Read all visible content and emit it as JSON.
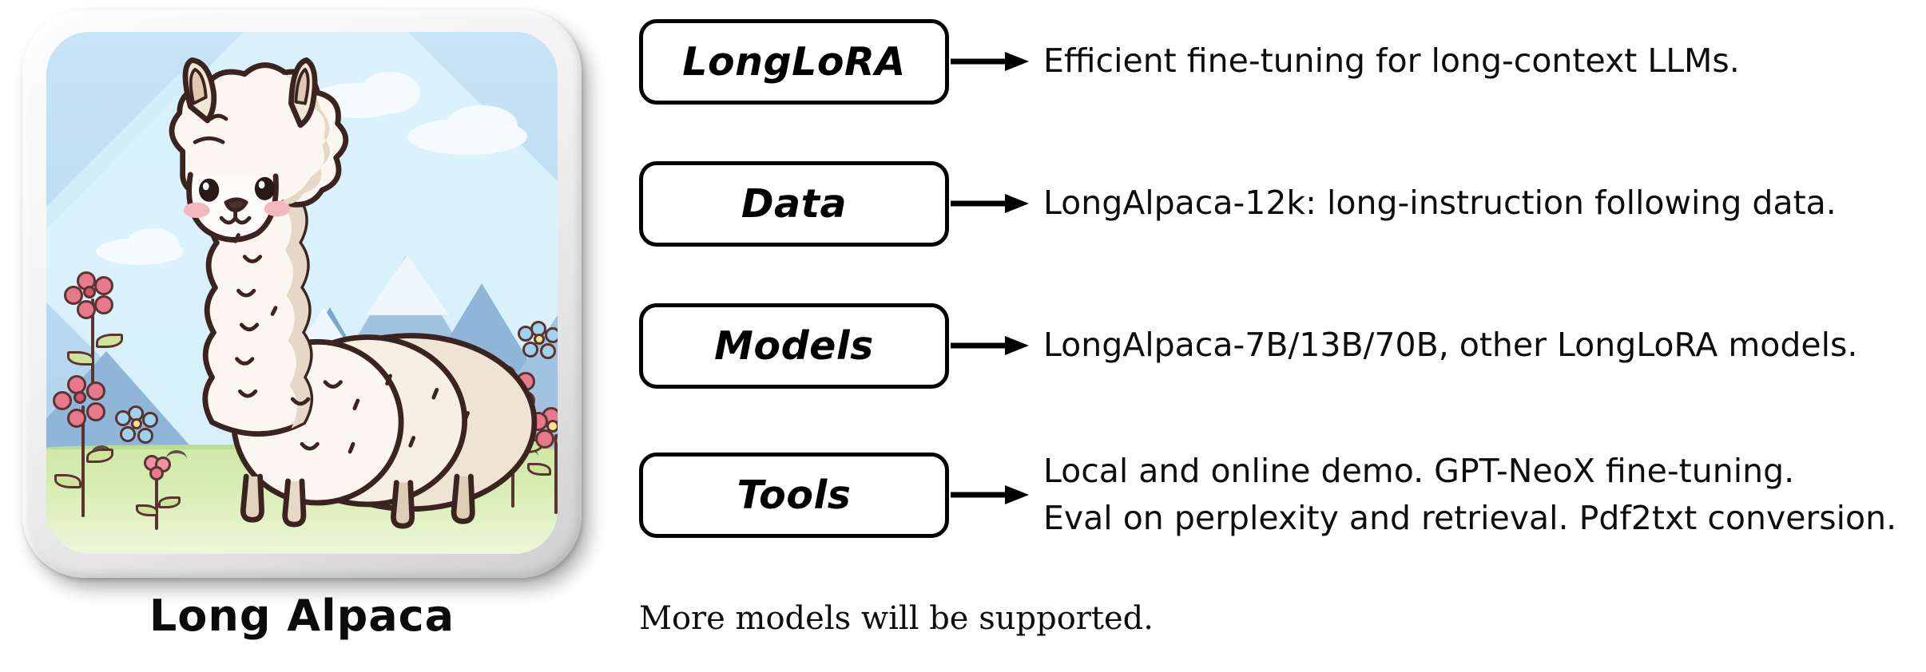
{
  "figure": {
    "caption": "Long Alpaca",
    "illustration": {
      "alt_name": "cartoon-long-necked-alpaca-in-mountain-meadow",
      "subject": "alpaca",
      "scene_elements": [
        "sky",
        "clouds",
        "snow-capped mountains",
        "grass",
        "flowers"
      ],
      "colors": {
        "sky": "#bcdcf2",
        "beam": "#def5fd",
        "mountain_back": "#9fc3e0",
        "mountain_mid": "#7da6cb",
        "mountain_front": "#8fb6d8",
        "snow": "#eef7fd",
        "grass": "#cfe8a8",
        "alpaca_body": "#fbf7f0",
        "alpaca_shadow": "#e2d4c3",
        "outline": "#3b2420",
        "flower_pink": "#e8798c",
        "flower_blue": "#8ec8e8",
        "leaf": "#cfe39a",
        "frame": "#f0f0f0",
        "cheek": "#f3b8bd"
      }
    }
  },
  "flow": {
    "arrow_color": "#000000",
    "box_border_color": "#000000",
    "rows": [
      {
        "id": "longlora",
        "label": "LongLoRA",
        "description_lines": [
          "Efficient fine-tuning for long-context LLMs."
        ]
      },
      {
        "id": "data",
        "label": "Data",
        "description_lines": [
          "LongAlpaca-12k: long-instruction following data."
        ]
      },
      {
        "id": "models",
        "label": "Models",
        "description_lines": [
          "LongAlpaca-7B/13B/70B, other LongLoRA models."
        ]
      },
      {
        "id": "tools",
        "label": "Tools",
        "description_lines": [
          "Local and online demo. GPT-NeoX fine-tuning.",
          "Eval on perplexity and retrieval. Pdf2txt conversion."
        ]
      }
    ],
    "footnote": "More models will be supported."
  }
}
